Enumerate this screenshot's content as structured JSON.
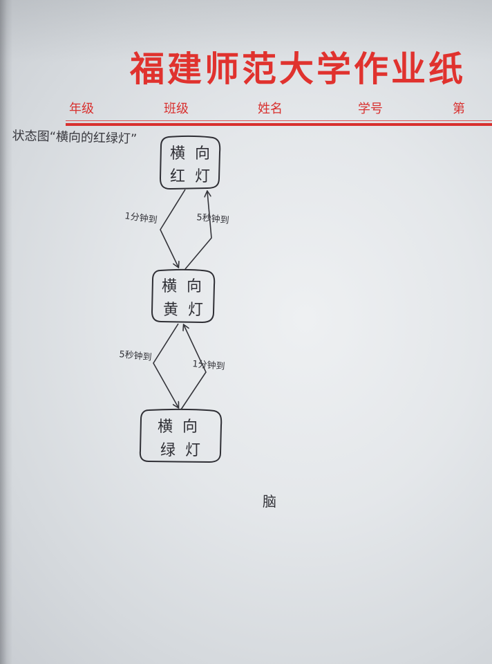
{
  "header": {
    "title": "福建师范大学作业纸",
    "fields": [
      "年级",
      "班级",
      "姓名",
      "学号",
      "第"
    ]
  },
  "diagram": {
    "caption": "状态图“横向的红绿灯”",
    "states": [
      {
        "line1": "横向",
        "line2": "红灯"
      },
      {
        "line1": "横向",
        "line2": "黄灯"
      },
      {
        "line1": "横向",
        "line2": "绿灯"
      }
    ],
    "transition_labels": [
      "1分钟到",
      "5秒钟到",
      "5秒钟到",
      "1分钟到"
    ]
  },
  "note": "脑",
  "colors": {
    "header_red": "#e0322e",
    "ink": "#2e2e34",
    "paper": "#e4e7ea"
  }
}
